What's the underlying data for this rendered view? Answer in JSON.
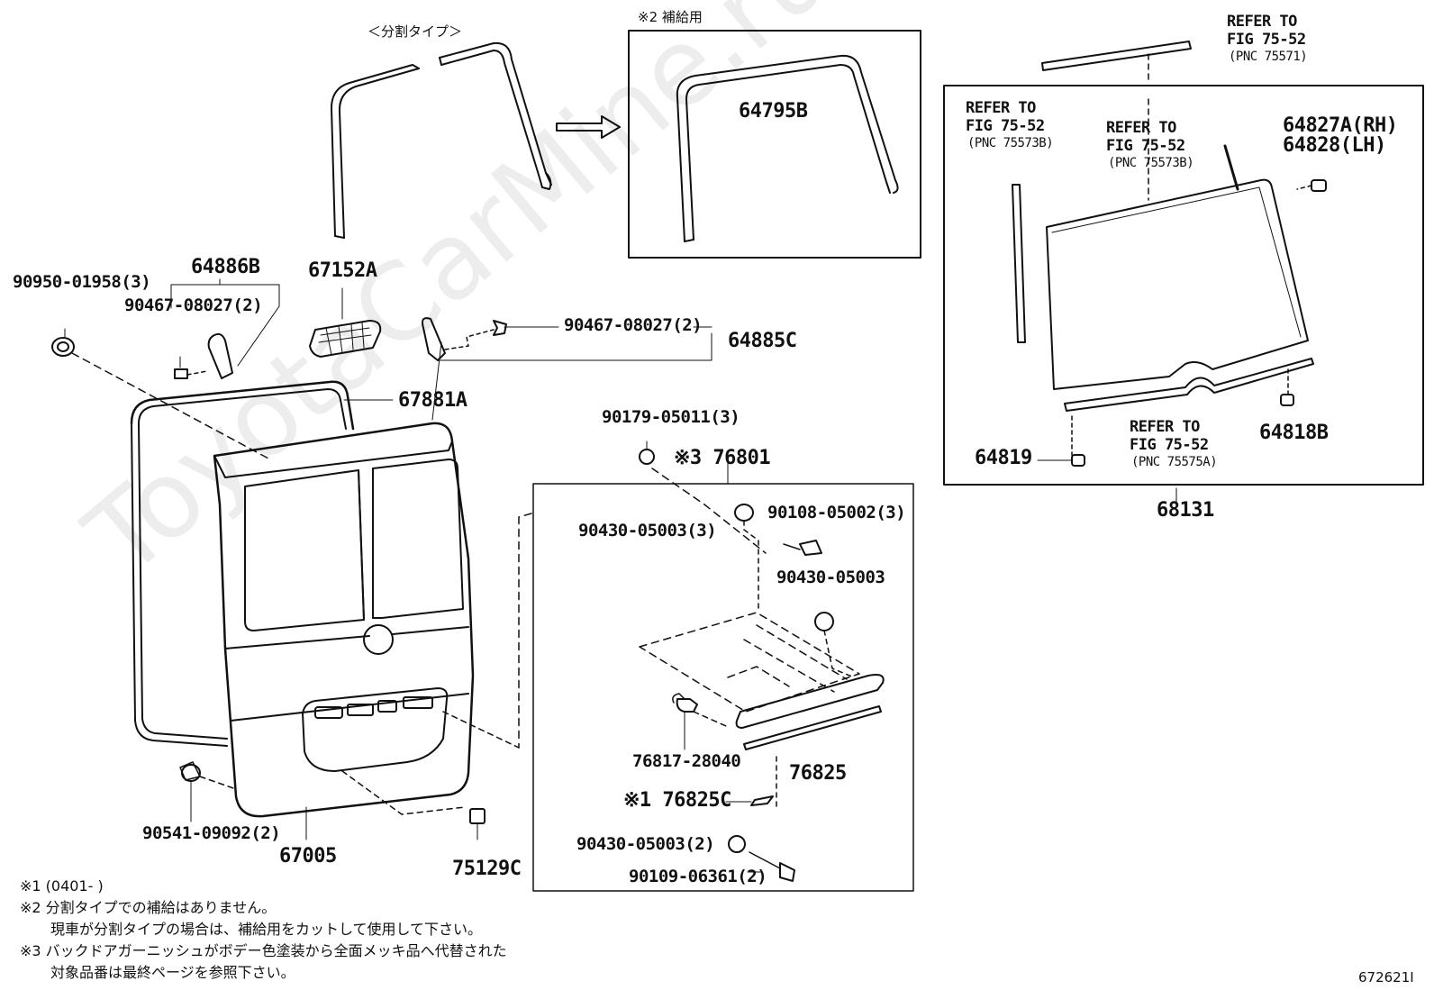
{
  "watermark": "ToyotaCarMine.ru",
  "headers": {
    "split_type": "＜分割タイプ＞",
    "supply_note": "※2 補給用"
  },
  "labels": {
    "p64795B": "64795B",
    "refer_top_l1": "REFER TO",
    "refer_top_l2": "FIG 75-52",
    "refer_top_pnc": "(PNC 75571)",
    "refer_left_l1": "REFER TO",
    "refer_left_l2": "FIG 75-52",
    "refer_left_pnc": "(PNC 75573B)",
    "refer_mid_l1": "REFER TO",
    "refer_mid_l2": "FIG 75-52",
    "refer_mid_pnc": "(PNC 75573B)",
    "p64827A": "64827A(RH)",
    "p64828": "64828(LH)",
    "refer_bot_l1": "REFER TO",
    "refer_bot_l2": "FIG 75-52",
    "refer_bot_pnc": "(PNC 75575A)",
    "p64819": "64819",
    "p64818B": "64818B",
    "p68131": "68131",
    "p90950": "90950-01958(3)",
    "p64886B": "64886B",
    "p90467a": "90467-08027(2)",
    "p67152A": "67152A",
    "p90467b": "90467-08027(2)",
    "p64885C": "64885C",
    "p67881A": "67881A",
    "p90179": "90179-05011(3)",
    "p76801": "※3 76801",
    "p90108": "90108-05002(3)",
    "p90430a": "90430-05003(3)",
    "p90430b": "90430-05003",
    "p76817": "76817-28040",
    "p76825": "76825",
    "p76825C": "※1 76825C",
    "p90430c": "90430-05003(2)",
    "p90109": "90109-06361(2)",
    "p90541": "90541-09092(2)",
    "p67005": "67005",
    "p75129C": "75129C"
  },
  "notes": [
    "※1 (0401-      )",
    "※2 分割タイプでの補給はありません。",
    "現車が分割タイプの場合は、補給用をカットして使用して下さい。",
    "※3 バックドアガーニッシュがボデー色塗装から全面メッキ品へ代替された",
    "対象品番は最終ページを参照下さい。"
  ],
  "figure_id": "672621I"
}
